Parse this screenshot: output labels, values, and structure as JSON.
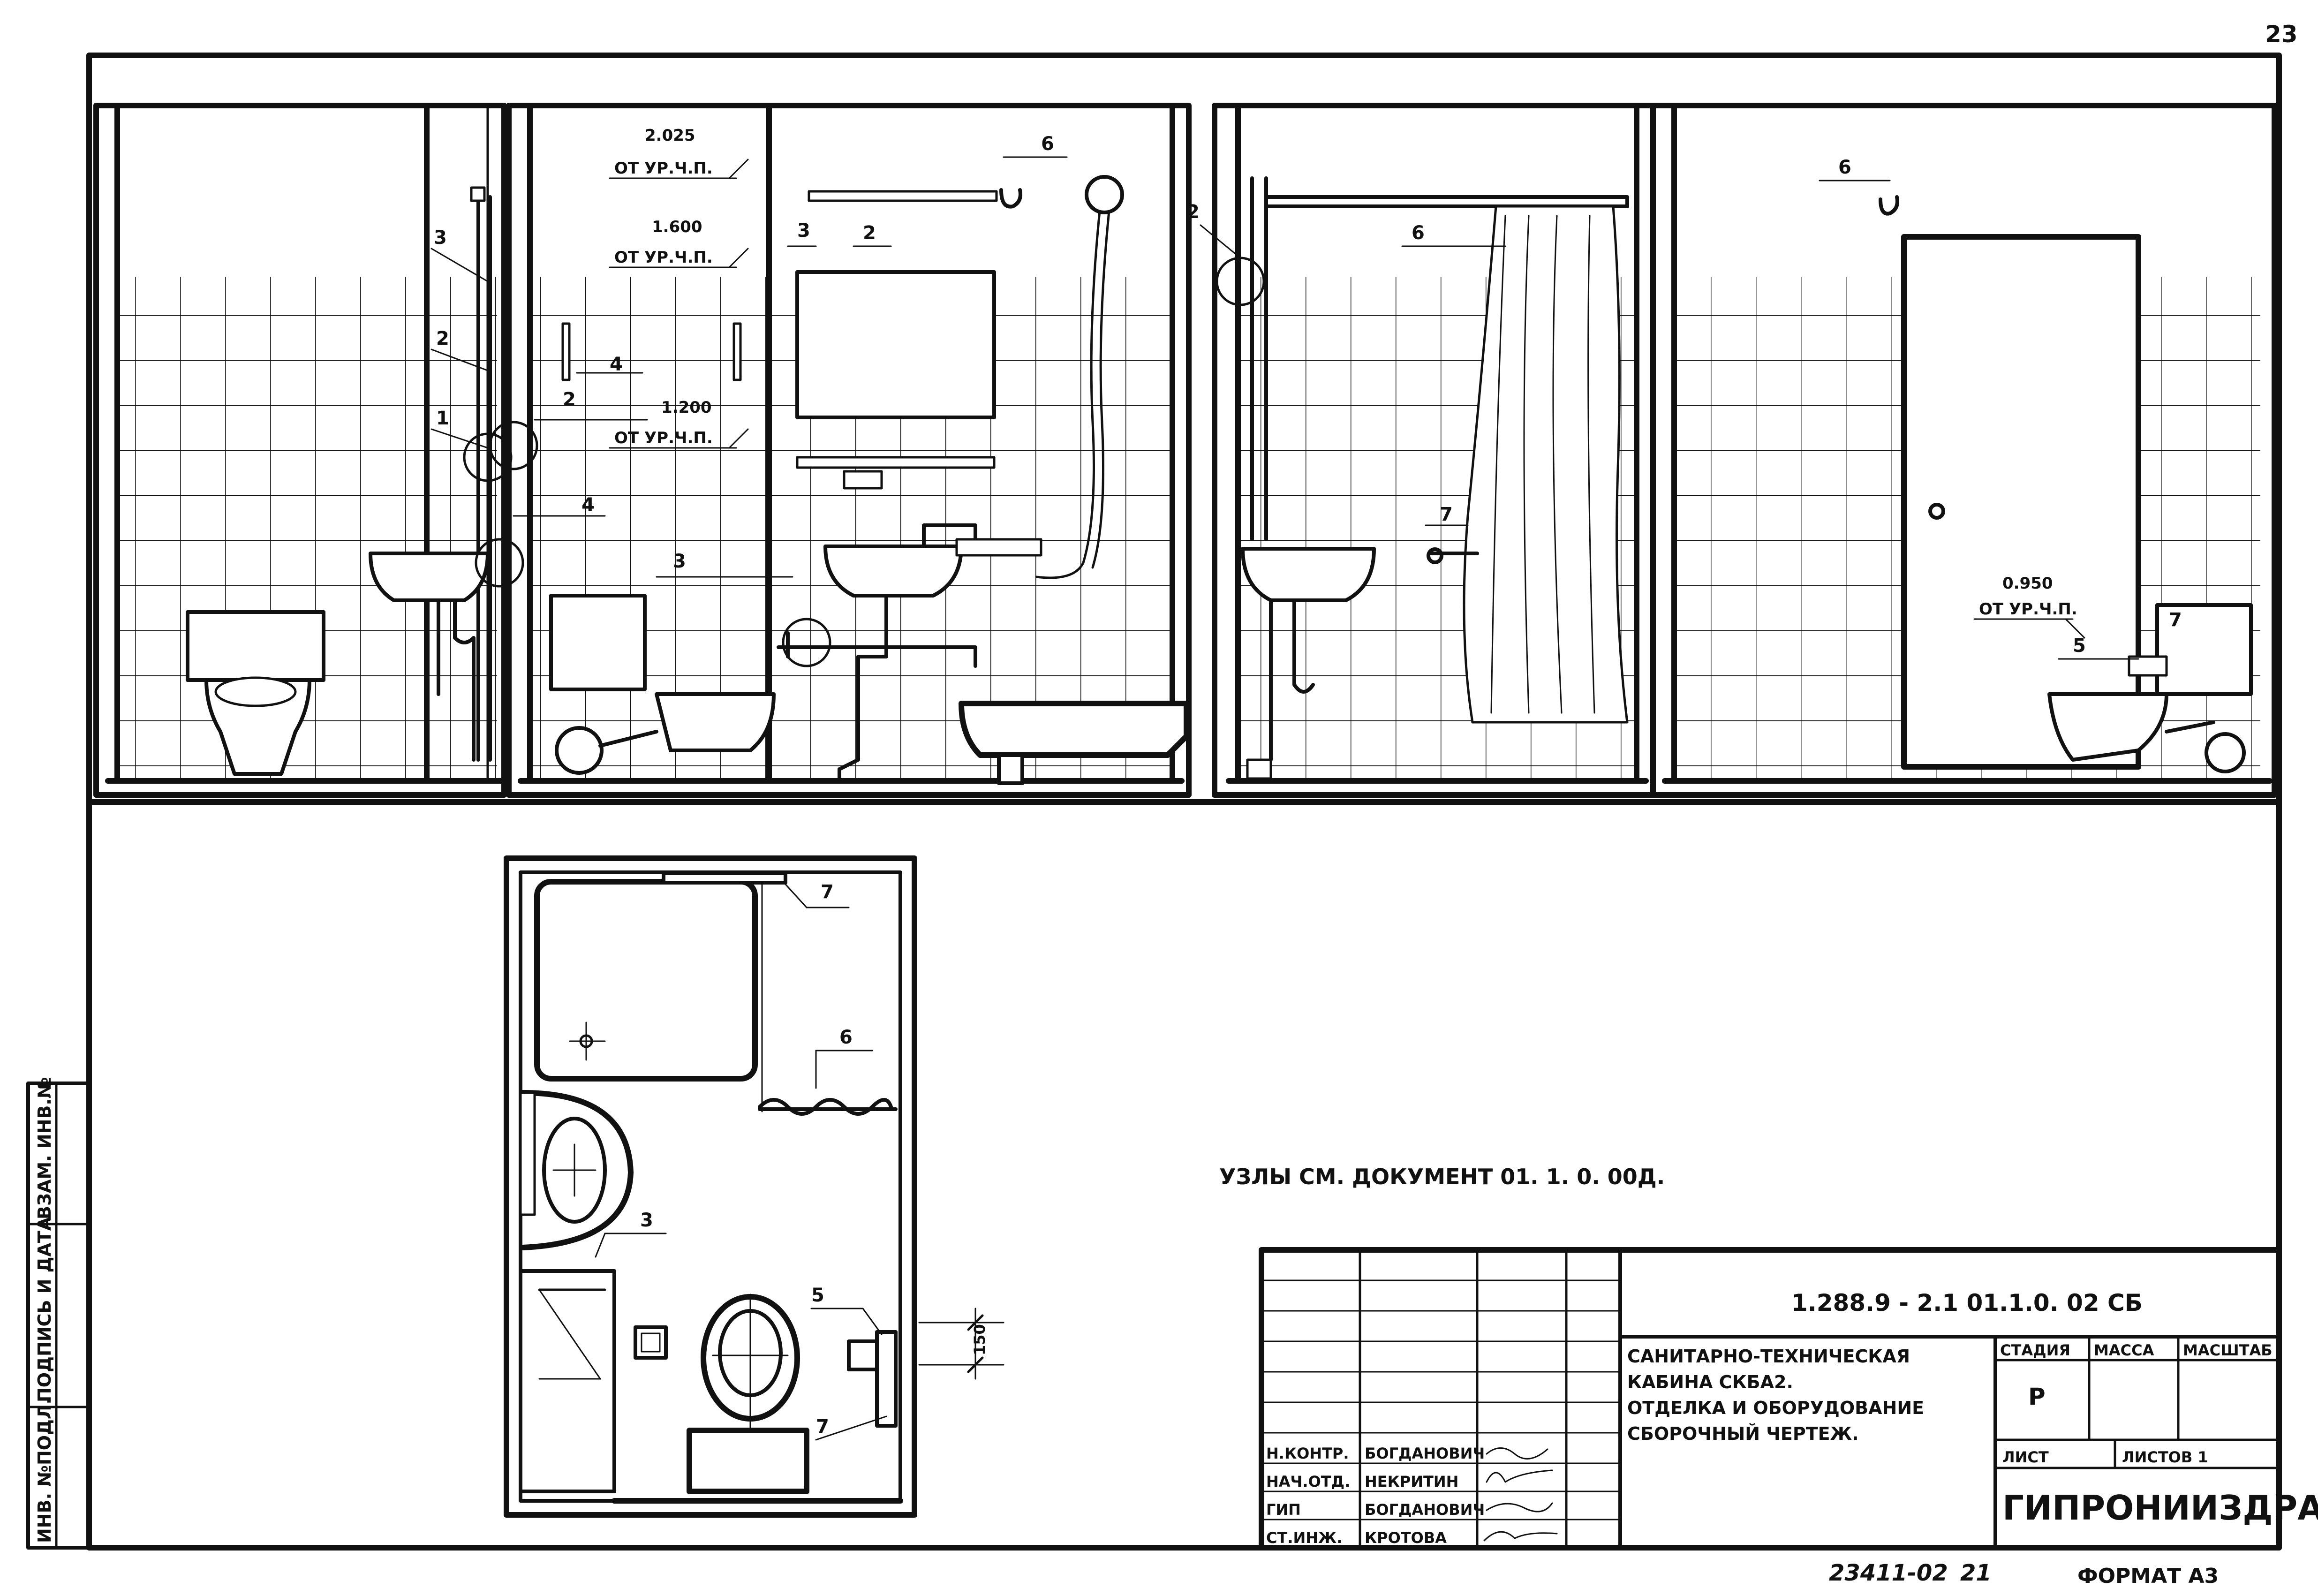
{
  "page_number": "23",
  "side_stamp": [
    "ИНВ. №ПОДЛ.",
    "ПОДПИСЬ И ДАТА",
    "ВЗАМ. ИНВ.№"
  ],
  "elevation_levels": [
    {
      "value": "2.025",
      "ref": "ОТ УР.Ч.П."
    },
    {
      "value": "1.600",
      "ref": "ОТ УР.Ч.П."
    },
    {
      "value": "1.200",
      "ref": "ОТ УР.Ч.П."
    },
    {
      "value": "0.950",
      "ref": "ОТ УР.Ч.П."
    }
  ],
  "callouts": [
    "1",
    "2",
    "3",
    "4",
    "5",
    "6",
    "7"
  ],
  "dimension_150": "150",
  "nodes_note": "УЗЛЫ СМ. ДОКУМЕНТ 01. 1. 0. 00Д.",
  "title_block": {
    "doc_code": "1.288.9 - 2.1     01.1.0. 02 СБ",
    "title_lines": [
      "САНИТАРНО-ТЕХНИЧЕСКАЯ",
      "КАБИНА  СКБА2.",
      "ОТДЕЛКА И ОБОРУДОВАНИЕ",
      "СБОРОЧНЫЙ  ЧЕРТЕЖ."
    ],
    "stage_header": "СТАДИЯ",
    "mass_header": "МАССА",
    "scale_header": "МАСШТАБ",
    "stage_value": "Р",
    "sheet_label": "ЛИСТ",
    "sheets_label": "ЛИСТОВ 1",
    "org": "ГИПРОНИИЗДРАВ",
    "signatures": [
      {
        "role": "Н.КОНТР.",
        "name": "БОГДАНОВИЧ"
      },
      {
        "role": "НАЧ.ОТД.",
        "name": "НЕКРИТИН"
      },
      {
        "role": "ГИП",
        "name": "БОГДАНОВИЧ"
      },
      {
        "role": "СТ.ИНЖ.",
        "name": "КРОТОВА"
      }
    ]
  },
  "footer": {
    "inventory": "23411-02",
    "sheet": "21",
    "format": "ФОРМАТ А3"
  },
  "colors": {
    "ink": "#111111",
    "paper": "#ffffff"
  }
}
